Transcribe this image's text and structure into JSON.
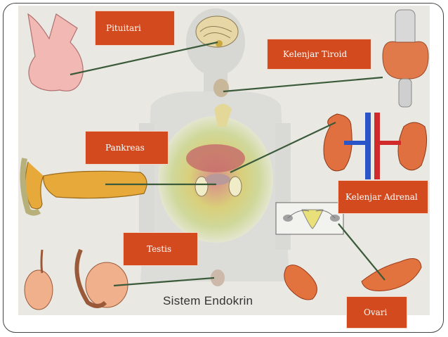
{
  "diagram": {
    "caption": "Sistem Endokrin",
    "labels": {
      "pituitari": "Pituitari",
      "tiroid": "Kelenjar Tiroid",
      "pankreas": "Pankreas",
      "adrenal": "Kelenjar Adrenal",
      "testis": "Testis",
      "ovari": "Ovari"
    }
  },
  "colors": {
    "label_bg": "#d24a1e",
    "label_text": "#ffffff",
    "leader_line": "#3a5a3a"
  }
}
